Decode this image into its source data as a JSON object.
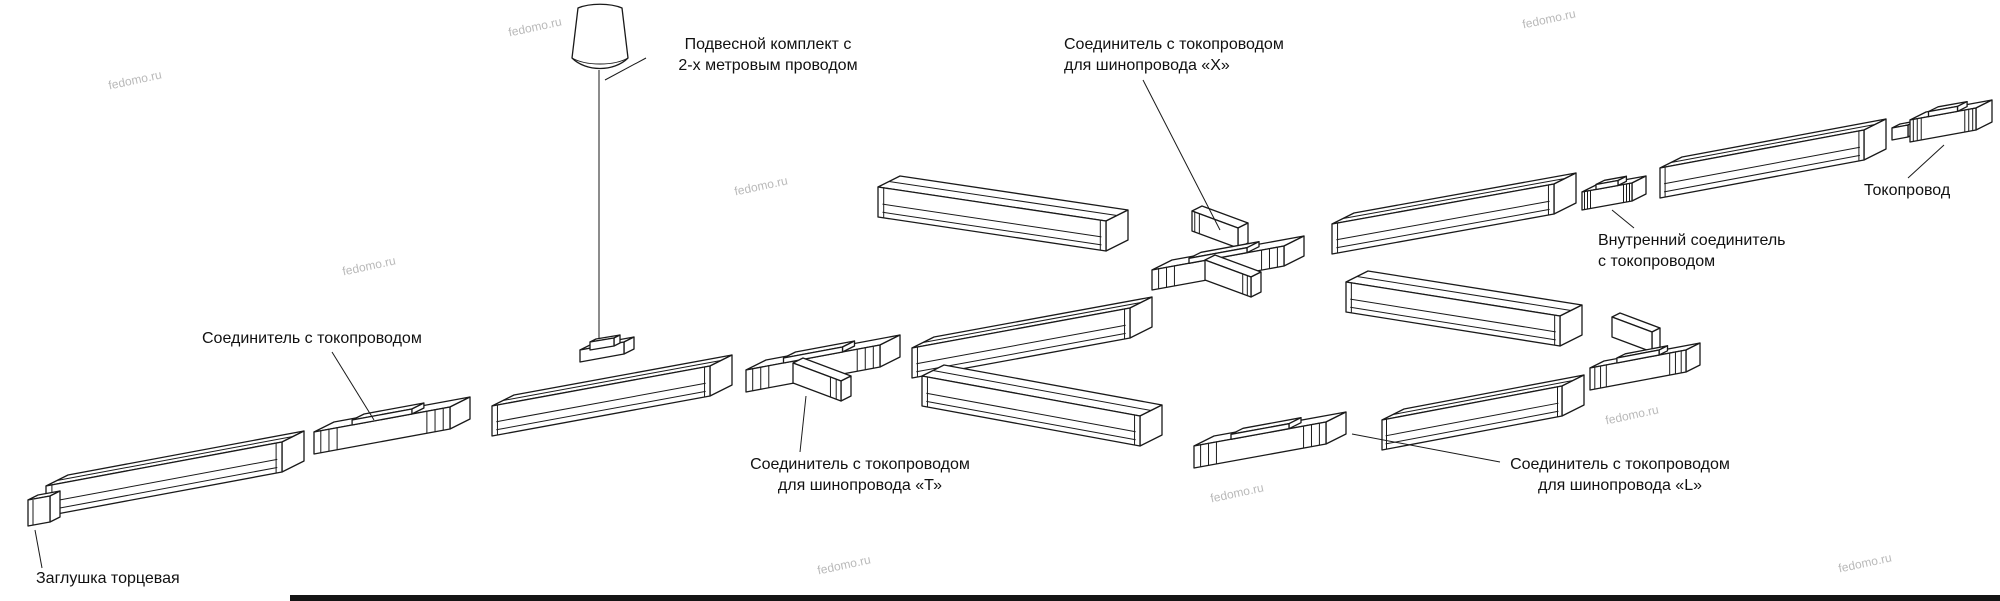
{
  "page": {
    "background": "#ffffff",
    "line_color": "#1a1a1a"
  },
  "watermark": {
    "text": "fedomo.ru",
    "color": "#b9b9b9"
  },
  "labels": {
    "pendant_kit": {
      "line1": "Подвесной комплект с",
      "line2": "2-х метровым проводом"
    },
    "x_connector": {
      "line1": "Соединитель с токопроводом",
      "line2": "для шинопровода «X»"
    },
    "conductor": "Токопровод",
    "inner_connector": {
      "line1": "Внутренний соединитель",
      "line2": "с токопроводом"
    },
    "connector": "Соединитель с токопроводом",
    "t_connector": {
      "line1": "Соединитель с токопроводом",
      "line2": "для шинопровода «Т»"
    },
    "l_connector": {
      "line1": "Соединитель с токопроводом",
      "line2": "для шинопровода «L»"
    },
    "end_cap": "Заглушка торцевая"
  }
}
